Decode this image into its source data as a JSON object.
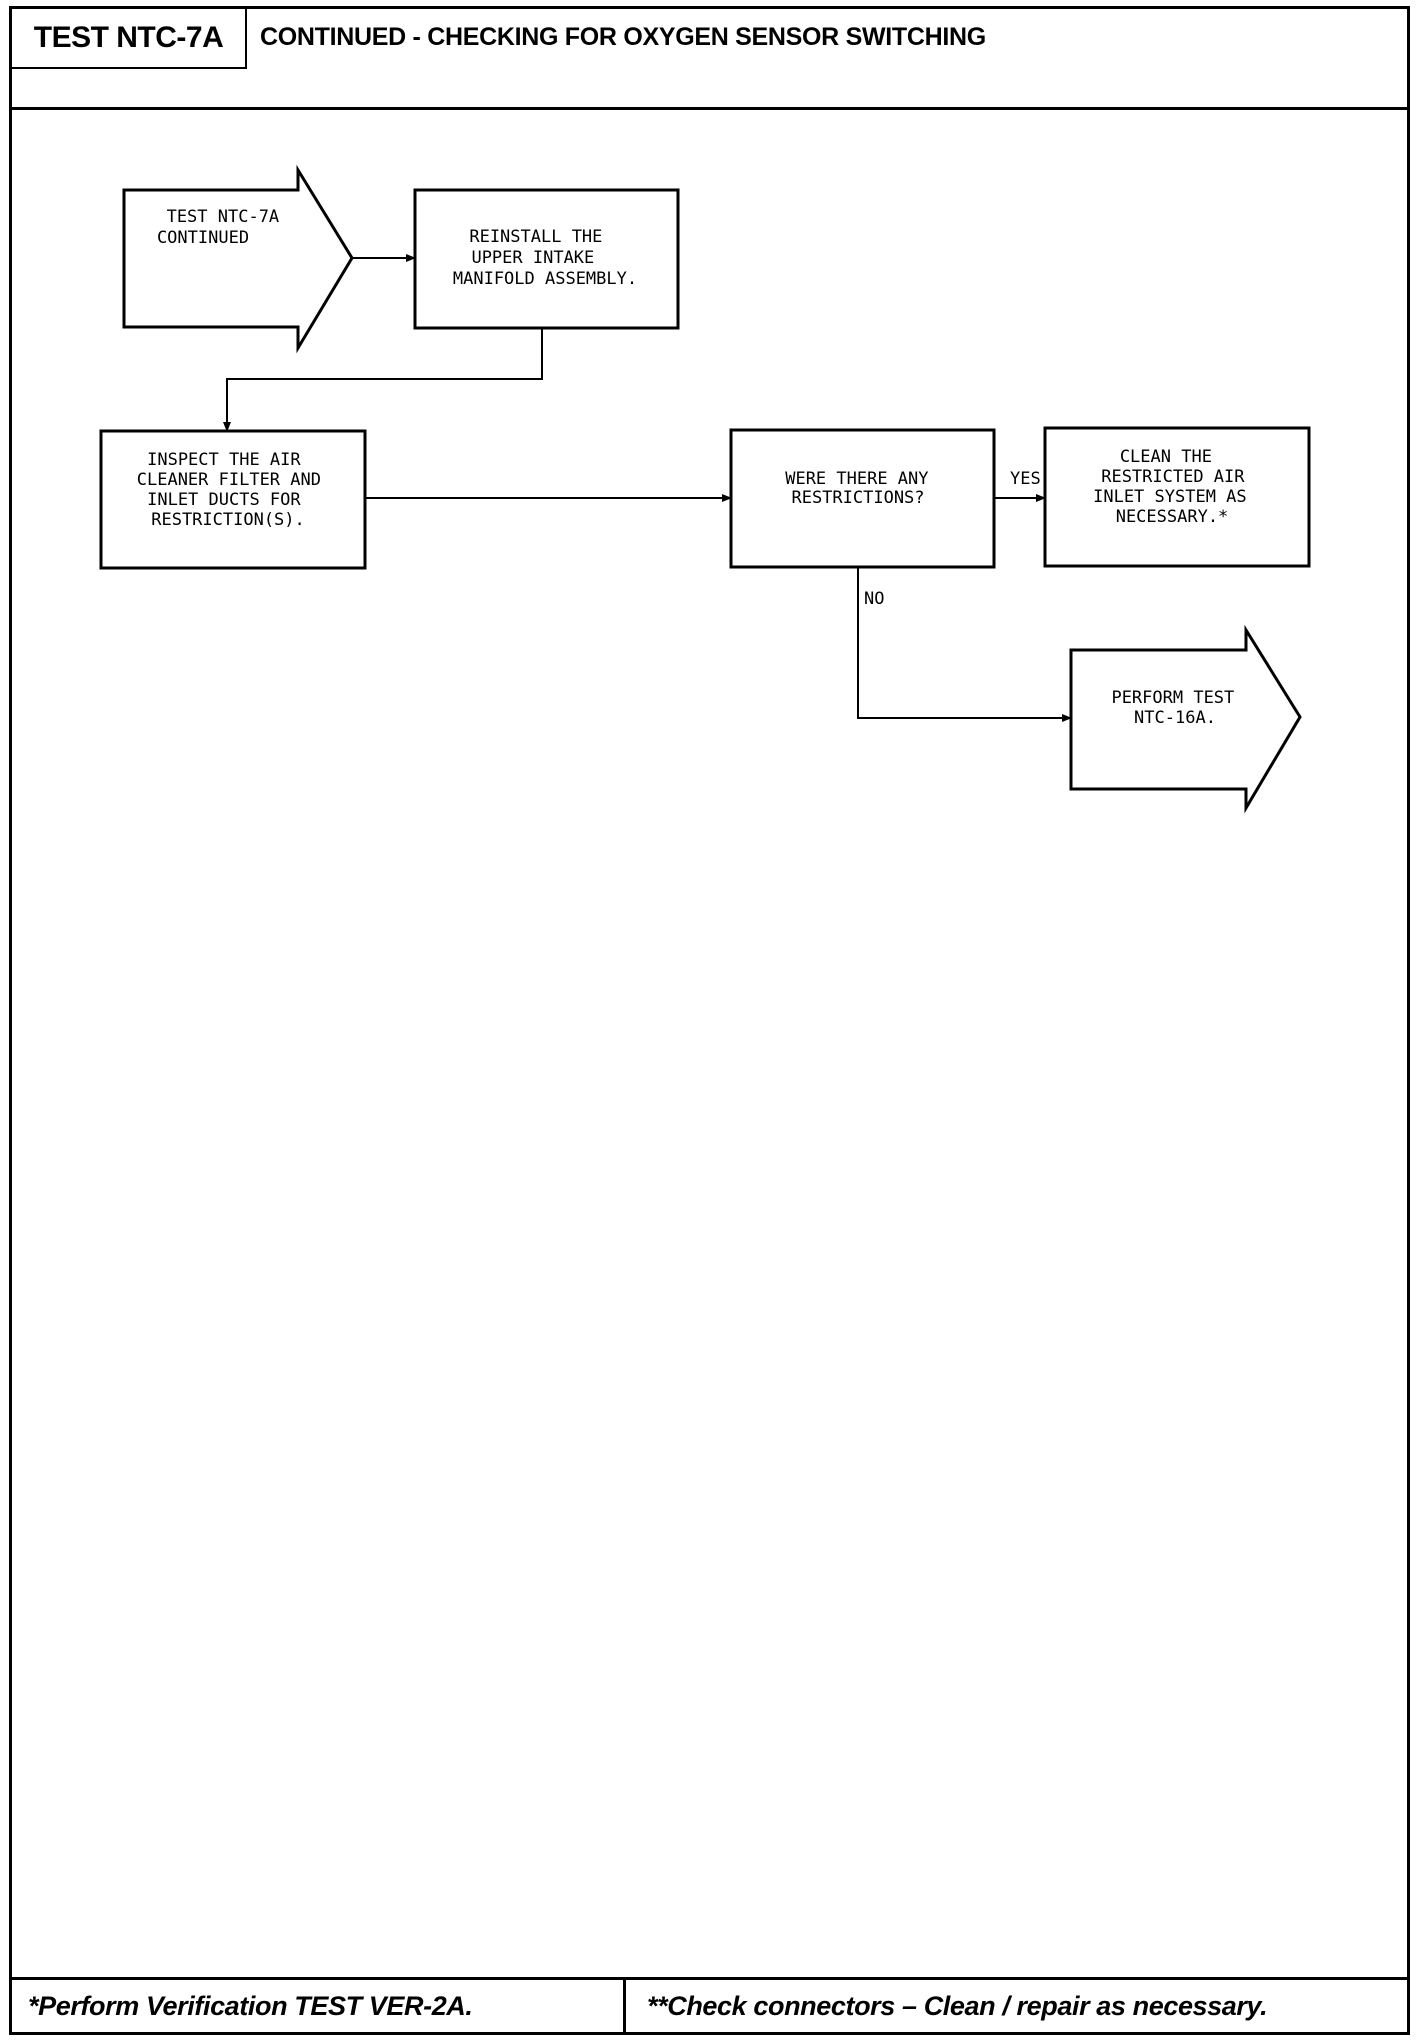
{
  "header": {
    "test_id": "TEST NTC-7A",
    "title": "CONTINUED - CHECKING FOR OXYGEN SENSOR SWITCHING"
  },
  "flowchart": {
    "start": [
      "TEST NTC-7A",
      "CONTINUED"
    ],
    "step_reinstall": [
      "REINSTALL THE",
      "UPPER INTAKE",
      "MANIFOLD ASSEMBLY."
    ],
    "step_inspect": [
      "INSPECT THE AIR",
      "CLEANER FILTER AND",
      "INLET DUCTS FOR",
      "RESTRICTION(S)."
    ],
    "decision": [
      "WERE THERE ANY",
      "RESTRICTIONS?"
    ],
    "yes_label": "YES",
    "no_label": "NO",
    "step_clean": [
      "CLEAN THE",
      "RESTRICTED AIR",
      "INLET SYSTEM AS",
      "NECESSARY.*"
    ],
    "end_perform": [
      "PERFORM TEST",
      "NTC-16A."
    ]
  },
  "footer": {
    "left": "*Perform Verification TEST VER-2A.",
    "right": "**Check connectors – Clean / repair as necessary."
  }
}
